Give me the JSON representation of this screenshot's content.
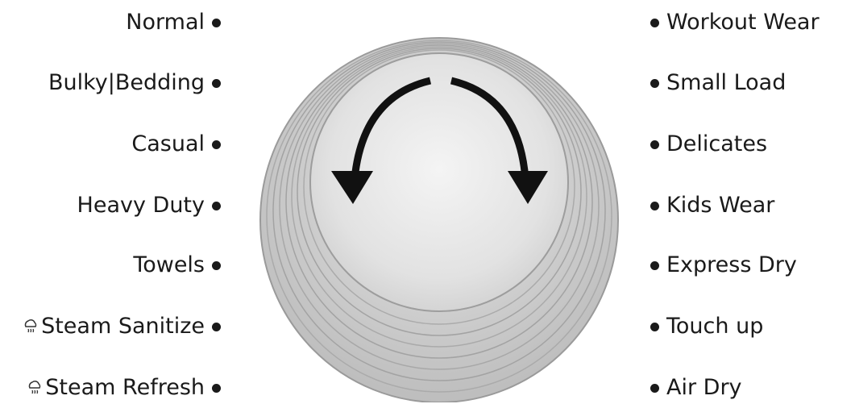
{
  "dial": {
    "icon": "cycle-selector-knob",
    "rotation_arrows": [
      "counterclockwise-arrow-icon",
      "clockwise-arrow-icon"
    ]
  },
  "cycles": {
    "left": [
      {
        "label": "Normal",
        "icon": null
      },
      {
        "label": "Bulky|Bedding",
        "icon": null
      },
      {
        "label": "Casual",
        "icon": null
      },
      {
        "label": "Heavy Duty",
        "icon": null
      },
      {
        "label": "Towels",
        "icon": null
      },
      {
        "label": "Steam Sanitize",
        "icon": "steam-icon"
      },
      {
        "label": "Steam Refresh",
        "icon": "steam-icon"
      }
    ],
    "right": [
      {
        "label": "Workout Wear"
      },
      {
        "label": "Small Load"
      },
      {
        "label": "Delicates"
      },
      {
        "label": "Kids Wear"
      },
      {
        "label": "Express Dry"
      },
      {
        "label": "Touch up"
      },
      {
        "label": "Air Dry"
      }
    ]
  }
}
